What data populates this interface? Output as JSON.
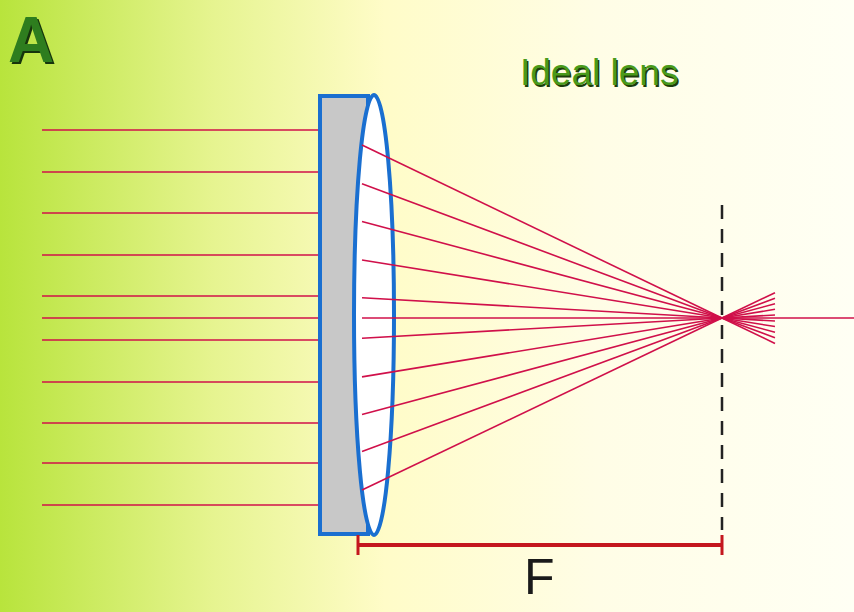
{
  "diagram": {
    "labels": [
      "A",
      "Ideal lens",
      "F"
    ]
  }
}
